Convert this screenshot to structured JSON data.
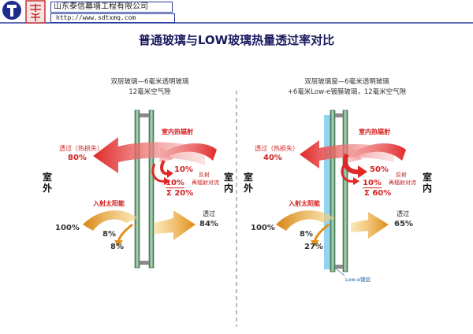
{
  "header": {
    "company_name": "山东泰信幕墙工程有限公司",
    "company_url": "http://www.sdtxmq.com"
  },
  "title": "普通玻璃与LOW玻璃热量透过率对比",
  "left_panel": {
    "subtitle_line1": "双层玻璃—6毫米透明玻璃",
    "subtitle_line2": "12毫米空气隙",
    "outdoor_label": "室外",
    "indoor_label": "室内",
    "indoor_heat_label": "室内热辐射",
    "transmit_loss_label": "透过（热损失）",
    "transmit_loss_value": "80%",
    "reflect_value": "10%",
    "reemit_value": "10%",
    "reflect_label": "反射",
    "reemit_label": "再辐射对流",
    "sum_value": "Σ 20%",
    "solar_label": "入射太阳能",
    "solar_value": "100%",
    "solar_reflect_value": "8%",
    "solar_absorb_value": "8%",
    "solar_transmit_label": "透过",
    "solar_transmit_value": "84%"
  },
  "right_panel": {
    "subtitle_line1": "双层玻璃窗—6毫米透明玻璃",
    "subtitle_line2": "+6毫米Low-e镀膜玻璃，12毫米空气隙",
    "outdoor_label": "室外",
    "indoor_label": "室内",
    "indoor_heat_label": "室内热辐射",
    "transmit_loss_label": "透过（热损失）",
    "transmit_loss_value": "40%",
    "reflect_value": "50%",
    "reemit_value": "10%",
    "reflect_label": "反射",
    "reemit_label": "再辐射对流",
    "sum_value": "Σ 60%",
    "solar_label": "入射太阳能",
    "solar_value": "100%",
    "solar_reflect_value": "8%",
    "solar_absorb_value": "27%",
    "solar_transmit_label": "透过",
    "solar_transmit_value": "65%",
    "lowe_label": "Low-e镀层"
  },
  "colors": {
    "header_blue": "#2b3aa0",
    "heat_red": "#e02828",
    "solar_orange": "#e89a1a",
    "glass_green": "#5a9a6a",
    "lowe_blue": "#6ec6ea"
  },
  "icons": {
    "logo": "company-logo-icon",
    "seal": "red-seal-icon"
  }
}
